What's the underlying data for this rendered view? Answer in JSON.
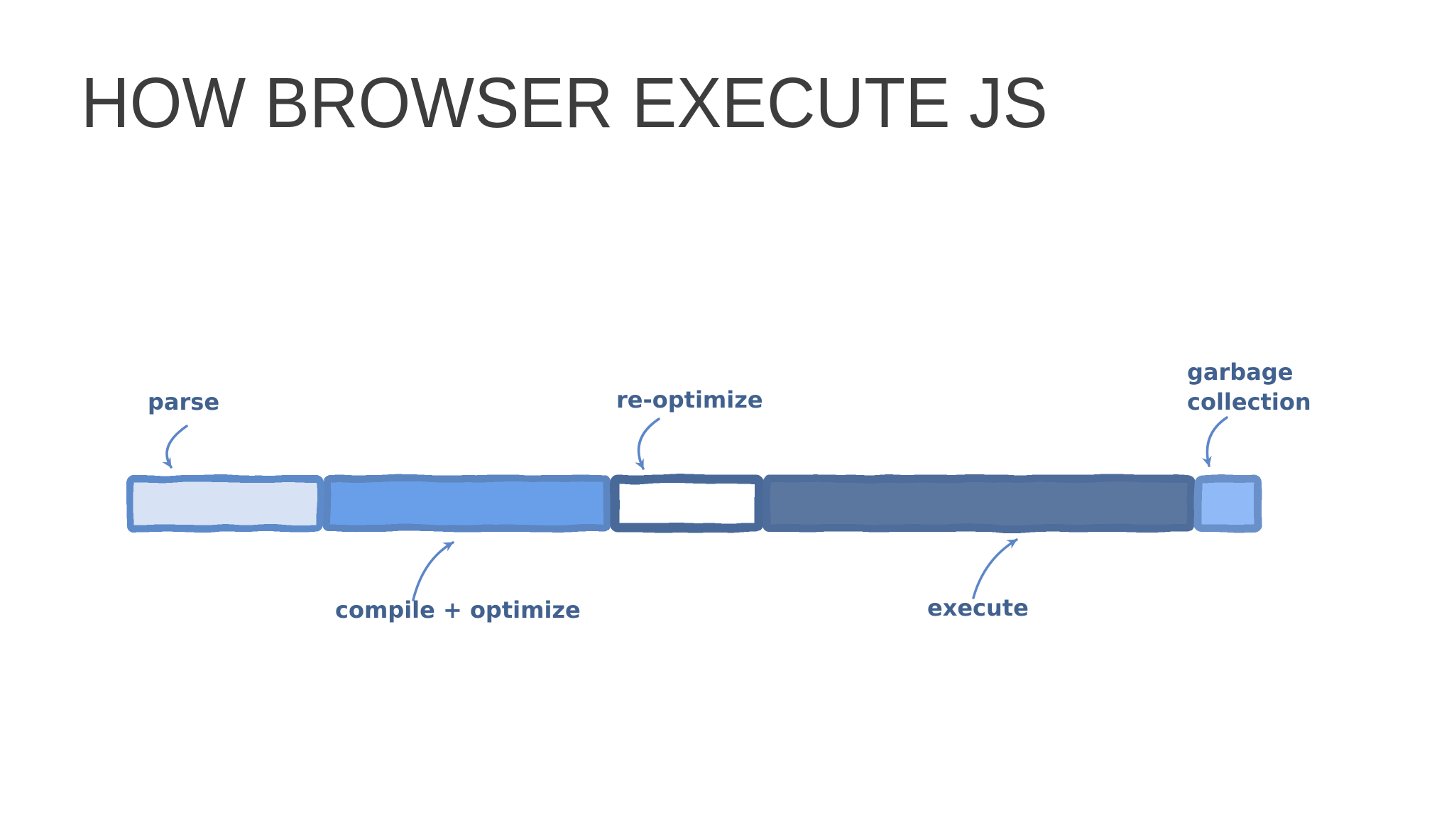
{
  "title": "HOW BROWSER EXECUTE JS",
  "colors": {
    "background": "#ffffff",
    "title": "#3d3d3d",
    "label": "#41618f",
    "arrow": "#5c86c8"
  },
  "diagram": {
    "name": "browser-js-execution-timeline",
    "segments": [
      {
        "label": "parse",
        "fill": "#d7e2f5",
        "border": "#5d8ac9"
      },
      {
        "label": "compile + optimize",
        "fill": "#699ee9",
        "border": "#5c86c2"
      },
      {
        "label": "re-optimize",
        "fill": "#ffffff",
        "border": "#4a6a99"
      },
      {
        "label": "execute",
        "fill": "#5b779f",
        "border": "#4f6d9a"
      },
      {
        "label": "garbage\ncollection",
        "fill": "#8fb9f7",
        "border": "#6b90c9"
      }
    ]
  }
}
